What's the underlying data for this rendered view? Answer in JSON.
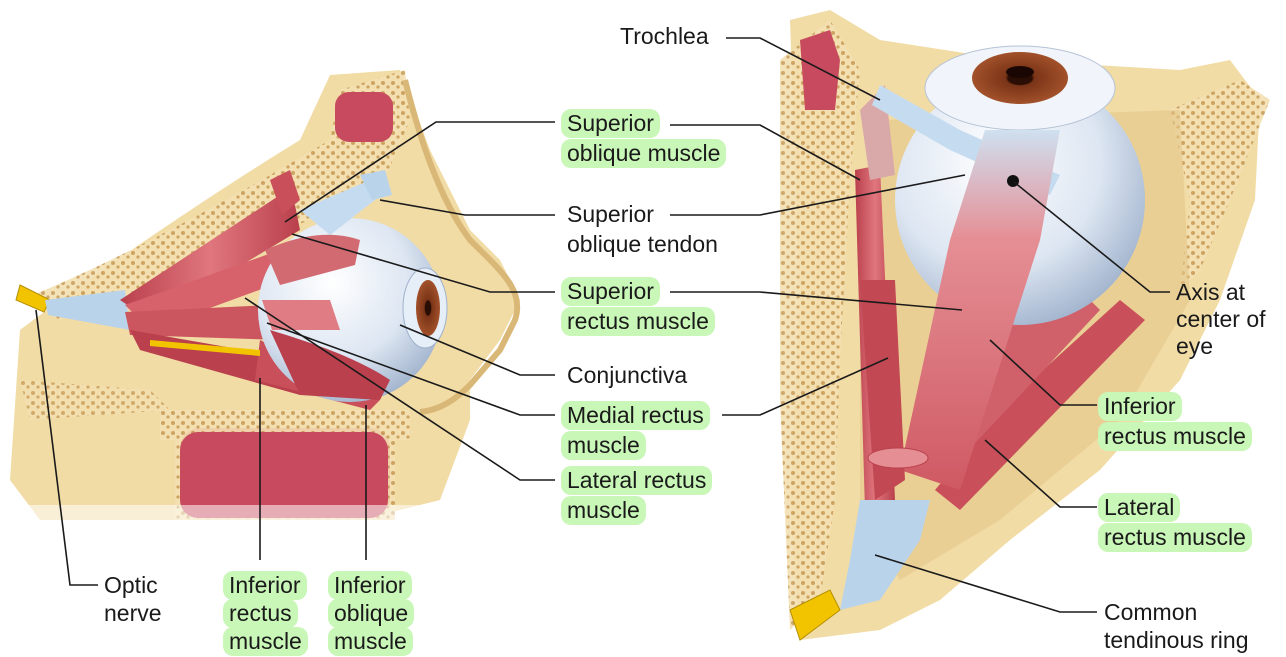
{
  "labels": {
    "trochlea": "Trochlea",
    "superior_oblique_muscle": [
      "Superior",
      "oblique muscle"
    ],
    "superior_oblique_tendon": [
      "Superior",
      "oblique tendon"
    ],
    "superior_rectus_muscle": [
      "Superior",
      "rectus muscle"
    ],
    "conjunctiva": "Conjunctiva",
    "medial_rectus_muscle": [
      "Medial rectus",
      "muscle"
    ],
    "lateral_rectus_muscle_center": [
      "Lateral rectus",
      "muscle"
    ],
    "optic_nerve": [
      "Optic",
      "nerve"
    ],
    "inferior_rectus_muscle_left": [
      "Inferior",
      "rectus",
      "muscle"
    ],
    "inferior_oblique_muscle": [
      "Inferior",
      "oblique",
      "muscle"
    ],
    "axis_at_center_of_eye": [
      "Axis at",
      "center of",
      "eye"
    ],
    "inferior_rectus_muscle_right": [
      "Inferior",
      "rectus muscle"
    ],
    "lateral_rectus_muscle_right": [
      "Lateral",
      "rectus muscle"
    ],
    "common_tendinous_ring": [
      "Common",
      "tendinous ring"
    ]
  },
  "colors": {
    "highlight": "#c9f7b8",
    "bone": "#f0d9a4",
    "bone_dark": "#d9b877",
    "muscle": "#c9505a",
    "muscle_light": "#e07d84",
    "sinus": "#c84a5e",
    "eye_white": "#dfe7f2",
    "iris": "#8a3a1c",
    "tendon": "#b9d3ea",
    "nerve": "#f2c400",
    "leader": "#1a1a1a"
  }
}
